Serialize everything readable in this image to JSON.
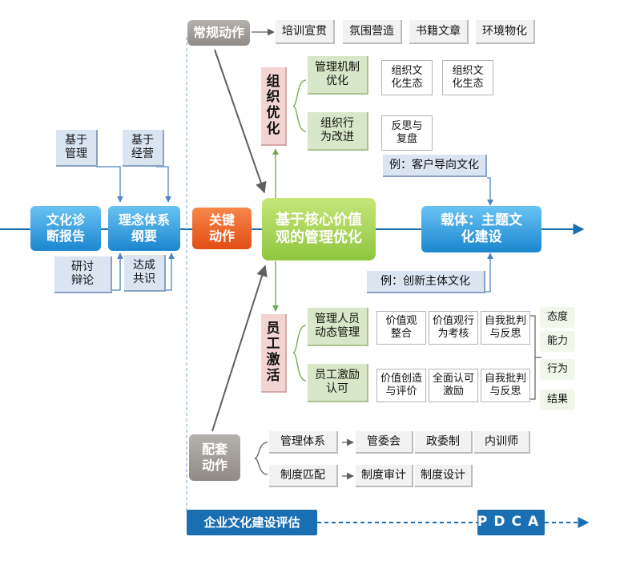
{
  "colors": {
    "axis": "#1a6fb3",
    "green_line": "#6fa84a",
    "gray_arrow": "#5f5f5f"
  },
  "left": {
    "diagnosis": "文化诊\n断报告",
    "concept": "理念体系\n纲要",
    "note_mgmt": "基于\n管理",
    "note_ops": "基于\n经营",
    "note_debate": "研讨\n辩论",
    "note_consensus": "达成\n共识"
  },
  "routine": {
    "title": "常规动作",
    "items": [
      "培训宣贯",
      "氛围营造",
      "书籍文章",
      "环境物化"
    ]
  },
  "key_action": "关键\n动作",
  "core": "基于核心价值\n观的管理优化",
  "carrier": {
    "title": "载体：主题文\n化建设",
    "example1": "例：客户导向文化",
    "example2": "例：创新主体文化"
  },
  "org": {
    "title": "组\n织\n优\n化",
    "mechanism": {
      "label": "管理机制\n优化",
      "items": [
        "组织文\n化生态",
        "组织文\n化生态"
      ]
    },
    "behavior": {
      "label": "组织行\n为改进",
      "items": [
        "反思与\n复盘"
      ]
    }
  },
  "staff": {
    "title": "员\n工\n激\n活",
    "dynamic": {
      "label": "管理人员\n动态管理",
      "items": [
        "价值观\n整合",
        "价值观行\n为考核",
        "自我批判\n与反思"
      ]
    },
    "incentive": {
      "label": "员工激励\n认可",
      "items": [
        "价值创造\n与评价",
        "全面认可\n激励",
        "自我批判\n与反思"
      ]
    },
    "outcomes": [
      "态度",
      "能力",
      "行为",
      "结果"
    ]
  },
  "support": {
    "title": "配套\n动作",
    "system": {
      "label": "管理体系",
      "items": [
        "管委会",
        "政委制",
        "内训师"
      ]
    },
    "rules": {
      "label": "制度匹配",
      "items": [
        "制度审计",
        "制度设计"
      ]
    }
  },
  "bottom": {
    "evaluation": "企业文化建设评估",
    "pdca": "PDCA"
  }
}
